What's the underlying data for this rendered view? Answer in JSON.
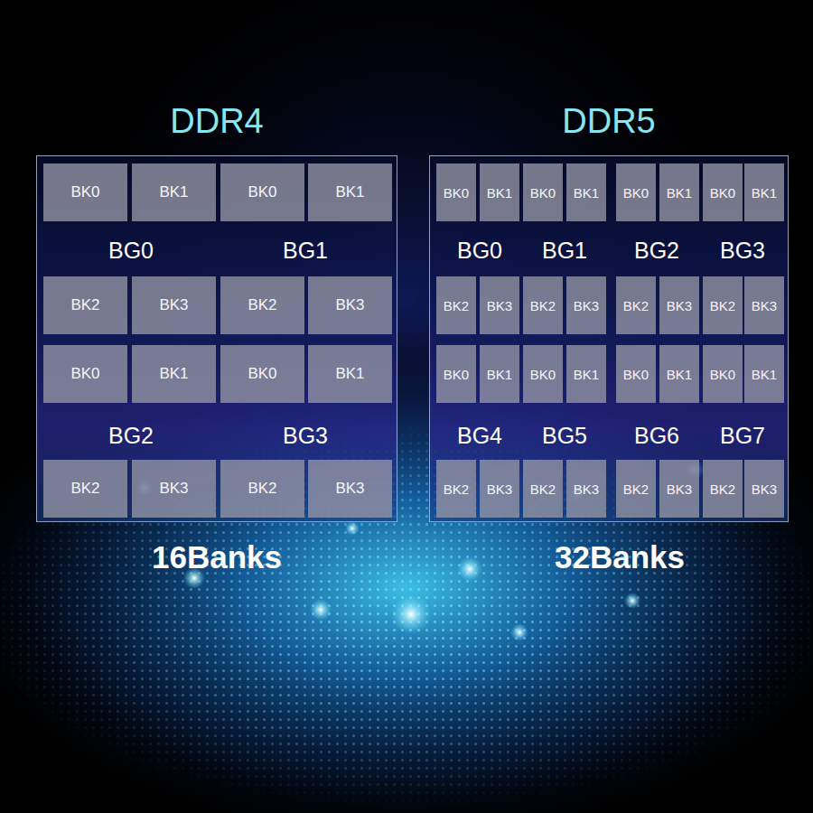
{
  "diagram": {
    "nodes": [
      {
        "text": [
          "DDR4"
        ]
      },
      {
        "text": [
          "BK0"
        ],
        "in": 0
      },
      {
        "text": [
          "BK1"
        ],
        "in": 0
      },
      {
        "text": [
          "BK0"
        ],
        "in": 0
      },
      {
        "text": [
          "BK1"
        ],
        "in": 0
      },
      {
        "text": [
          "BK2"
        ],
        "in": 0
      },
      {
        "text": [
          "BK3"
        ],
        "in": 0
      },
      {
        "text": [
          "BK2"
        ],
        "in": 0
      },
      {
        "text": [
          "BK3"
        ],
        "in": 0
      },
      {
        "text": [
          "BK0"
        ],
        "in": 0
      },
      {
        "text": [
          "BK1"
        ],
        "in": 0
      },
      {
        "text": [
          "BK0"
        ],
        "in": 0
      },
      {
        "text": [
          "BK1"
        ],
        "in": 0
      },
      {
        "text": [
          "BK2"
        ],
        "in": 0
      },
      {
        "text": [
          "BK3"
        ],
        "in": 0
      },
      {
        "text": [
          "BK2"
        ],
        "in": 0
      },
      {
        "text": [
          "BK3"
        ],
        "in": 0
      },
      {
        "text": [
          "DDR5"
        ]
      },
      {
        "text": [
          "BK0"
        ],
        "in": 17
      },
      {
        "text": [
          "BK1"
        ],
        "in": 17
      },
      {
        "text": [
          "BK0"
        ],
        "in": 17
      },
      {
        "text": [
          "BK1"
        ],
        "in": 17
      },
      {
        "text": [
          "BK0"
        ],
        "in": 17
      },
      {
        "text": [
          "BK1"
        ],
        "in": 17
      },
      {
        "text": [
          "BK0"
        ],
        "in": 17
      },
      {
        "text": [
          "BK1"
        ],
        "in": 17
      },
      {
        "text": [
          "BK2"
        ],
        "in": 17
      },
      {
        "text": [
          "BK3"
        ],
        "in": 17
      },
      {
        "text": [
          "BK2"
        ],
        "in": 17
      },
      {
        "text": [
          "BK3"
        ],
        "in": 17
      },
      {
        "text": [
          "BK2"
        ],
        "in": 17
      },
      {
        "text": [
          "BK3"
        ],
        "in": 17
      },
      {
        "text": [
          "BK2"
        ],
        "in": 17
      },
      {
        "text": [
          "BK3"
        ],
        "in": 17
      },
      {
        "text": [
          "BK0"
        ],
        "in": 17
      },
      {
        "text": [
          "BK1"
        ],
        "in": 17
      },
      {
        "text": [
          "BK0"
        ],
        "in": 17
      },
      {
        "text": [
          "BK1"
        ],
        "in": 17
      },
      {
        "text": [
          "BK0"
        ],
        "in": 17
      },
      {
        "text": [
          "BK1"
        ],
        "in": 17
      },
      {
        "text": [
          "BK0"
        ],
        "in": 17
      },
      {
        "text": [
          "BK1"
        ],
        "in": 17
      },
      {
        "text": [
          "BK2"
        ],
        "in": 17
      },
      {
        "text": [
          "BK3"
        ],
        "in": 17
      },
      {
        "text": [
          "BK2"
        ],
        "in": 17
      },
      {
        "text": [
          "BK3"
        ],
        "in": 17
      },
      {
        "text": [
          "BK2"
        ],
        "in": 17
      },
      {
        "text": [
          "BK3"
        ],
        "in": 17
      },
      {
        "text": [
          "BK2"
        ],
        "in": 17
      },
      {
        "text": [
          "BK3"
        ],
        "in": 17
      }
    ],
    "labels": [
      "BG0",
      "BG1",
      "BG2",
      "BG3",
      "16Banks",
      "BG0",
      "BG1",
      "BG2",
      "BG3",
      "BG4",
      "BG5",
      "BG6",
      "BG7",
      "32Banks"
    ]
  }
}
